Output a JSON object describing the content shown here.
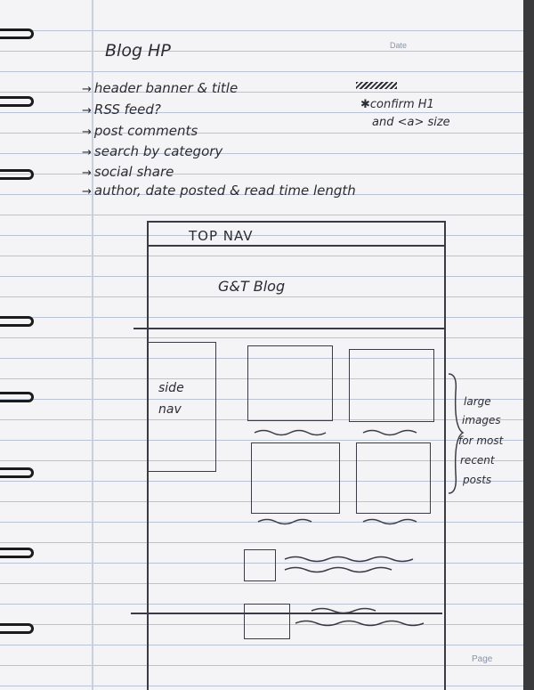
{
  "printed": {
    "date_label": "Date",
    "page_label": "Page"
  },
  "note": {
    "title": "Blog HP",
    "items": [
      "header banner & title",
      "RSS feed?",
      "post comments",
      "search by category",
      "social share",
      "author, date posted & read time length"
    ],
    "side_note": [
      "confirm H1",
      "and <a> size"
    ]
  },
  "wireframe": {
    "top_nav_label": "TOP   NAV",
    "blog_title": "G&T Blog",
    "side_nav_label": [
      "side",
      "nav"
    ],
    "annotation": [
      "large",
      "images",
      "for most",
      "recent",
      "posts"
    ]
  }
}
